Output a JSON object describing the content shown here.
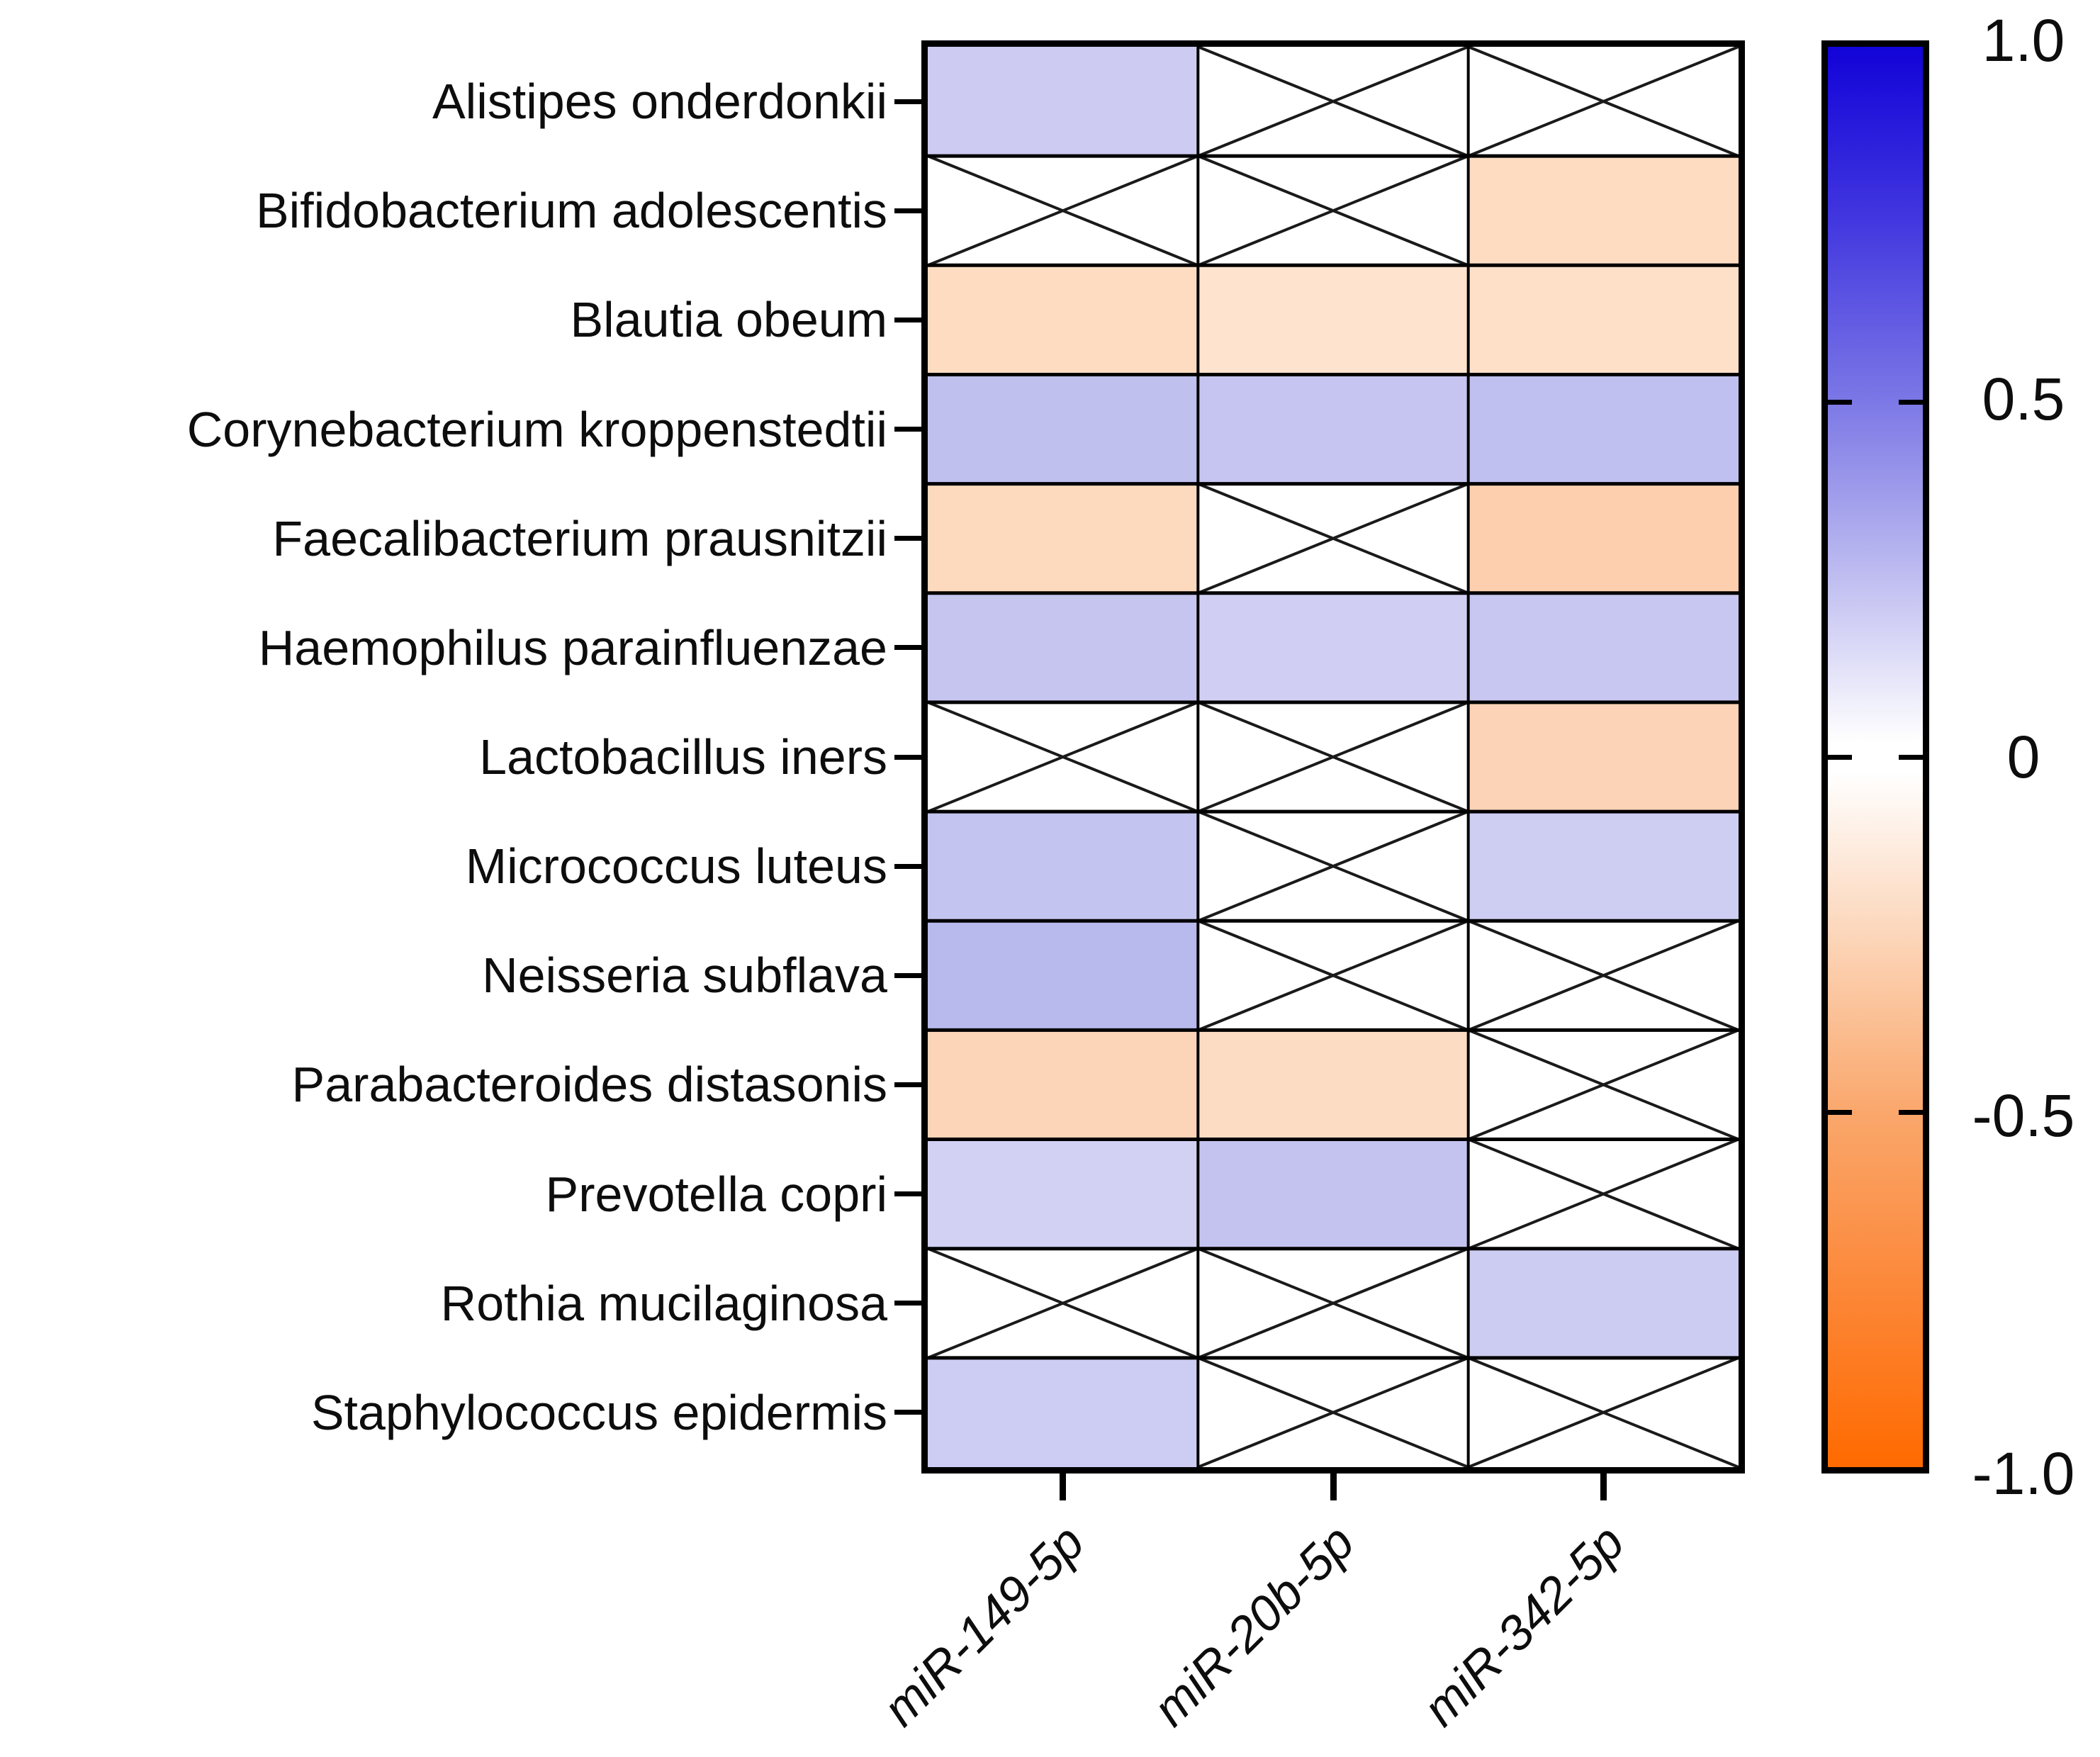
{
  "figure": {
    "description": "Correlation heatmap between bacterial species and miRNAs; crossed-out cells are non-significant",
    "ns_marker": "X"
  },
  "chart_data": {
    "type": "heatmap",
    "title": "",
    "xlabel": "",
    "ylabel": "",
    "legend_position": "right-colorbar",
    "grid": true,
    "rows": [
      "Alistipes onderdonkii",
      "Bifidobacterium adolescentis",
      "Blautia obeum",
      "Corynebacterium kroppenstedtii",
      "Faecalibacterium prausnitzii",
      "Haemophilus parainfluenzae",
      "Lactobacillus iners",
      "Micrococcus luteus",
      "Neisseria subflava",
      "Parabacteroides distasonis",
      "Prevotella copri",
      "Rothia mucilaginosa",
      "Staphylococcus epidermis"
    ],
    "columns": [
      "miR-149-5p",
      "miR-20b-5p",
      "miR-342-5p"
    ],
    "cells": [
      [
        {
          "r": 0.21,
          "color": "#cdcbf2"
        },
        {
          "r": null,
          "color": null
        },
        {
          "r": null,
          "color": null
        }
      ],
      [
        {
          "r": null,
          "color": null
        },
        {
          "r": null,
          "color": null
        },
        {
          "r": -0.23,
          "color": "#fddcc2"
        }
      ],
      [
        {
          "r": -0.23,
          "color": "#fddcc2"
        },
        {
          "r": -0.19,
          "color": "#fee3ce"
        },
        {
          "r": -0.21,
          "color": "#fee0c9"
        }
      ],
      [
        {
          "r": 0.27,
          "color": "#c0c0ef"
        },
        {
          "r": 0.25,
          "color": "#c6c5f1"
        },
        {
          "r": 0.27,
          "color": "#bfc0ef"
        }
      ],
      [
        {
          "r": -0.26,
          "color": "#fdd9bd"
        },
        {
          "r": null,
          "color": null
        },
        {
          "r": -0.32,
          "color": "#fdcfaf"
        }
      ],
      [
        {
          "r": 0.25,
          "color": "#c6c5f0"
        },
        {
          "r": 0.2,
          "color": "#d0cff3"
        },
        {
          "r": 0.24,
          "color": "#c8c7f1"
        }
      ],
      [
        {
          "r": null,
          "color": null
        },
        {
          "r": null,
          "color": null
        },
        {
          "r": -0.3,
          "color": "#fcd3b6"
        }
      ],
      [
        {
          "r": 0.25,
          "color": "#c4c4f0"
        },
        {
          "r": null,
          "color": null
        },
        {
          "r": 0.21,
          "color": "#cecdf2"
        }
      ],
      [
        {
          "r": 0.3,
          "color": "#b8baed"
        },
        {
          "r": null,
          "color": null
        },
        {
          "r": null,
          "color": null
        }
      ],
      [
        {
          "r": -0.29,
          "color": "#fcd4b8"
        },
        {
          "r": -0.23,
          "color": "#fddcc4"
        },
        {
          "r": null,
          "color": null
        }
      ],
      [
        {
          "r": 0.19,
          "color": "#d2d1f4"
        },
        {
          "r": 0.25,
          "color": "#c4c3f0"
        },
        {
          "r": null,
          "color": null
        }
      ],
      [
        {
          "r": null,
          "color": null
        },
        {
          "r": null,
          "color": null
        },
        {
          "r": 0.22,
          "color": "#cccbf1"
        }
      ],
      [
        {
          "r": 0.21,
          "color": "#cdccf2"
        },
        {
          "r": null,
          "color": null
        },
        {
          "r": null,
          "color": null
        }
      ]
    ],
    "colorbar": {
      "tick_labels": [
        "1.0",
        "0.5",
        "0",
        "-0.5",
        "-1.0"
      ],
      "tick_values": [
        1.0,
        0.5,
        0,
        -0.5,
        -1.0
      ],
      "min": -1.0,
      "max": 1.0,
      "max_color": "#1203d8",
      "mid_color": "#ffffff",
      "min_color": "#ff6a00"
    }
  }
}
